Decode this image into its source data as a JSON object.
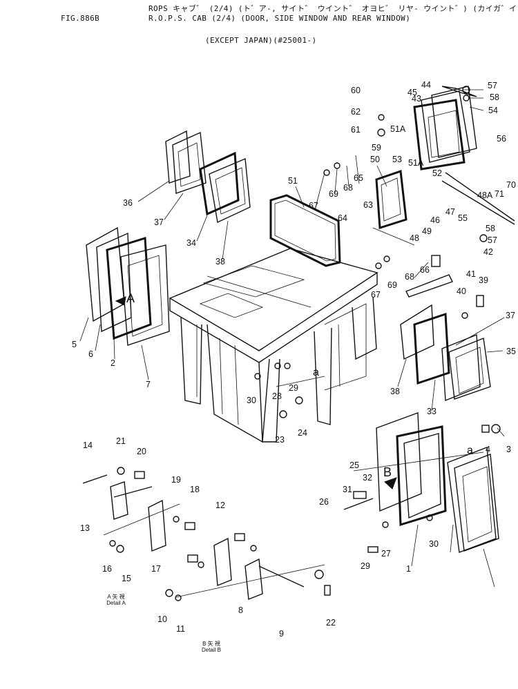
{
  "header": {
    "fig": "FIG.886B",
    "line1": "ROPS キャブ゛ (2/4) (ト゛ア-, サイト゛ ウイント゛ オヨヒ゛ リヤ- ウイント゛) (カイガ゛イ ヨウ)",
    "line2": "R.O.P.S. CAB (2/4) (DOOR, SIDE WINDOW AND REAR WINDOW)",
    "line3": "(EXCEPT JAPAN)(#25001-)"
  },
  "details": {
    "a_title": "A 矢 視",
    "a_label": "Detail A",
    "b_title": "B 矢 視",
    "b_label": "Detail B"
  },
  "callouts": [
    "1",
    "2",
    "3",
    "4",
    "5",
    "6",
    "7",
    "8",
    "9",
    "10",
    "11",
    "12",
    "13",
    "14",
    "15",
    "16",
    "17",
    "18",
    "19",
    "20",
    "21",
    "22",
    "23",
    "24",
    "25",
    "26",
    "27",
    "28",
    "29",
    "30",
    "31",
    "32",
    "33",
    "34",
    "35",
    "36",
    "37",
    "38",
    "39",
    "40",
    "41",
    "42",
    "43",
    "44",
    "45",
    "46",
    "47",
    "48",
    "48A",
    "49",
    "50",
    "51",
    "51A",
    "52",
    "53",
    "54",
    "55",
    "56",
    "57",
    "58",
    "59",
    "60",
    "61",
    "62",
    "63",
    "64",
    "65",
    "66",
    "67",
    "68",
    "69",
    "70",
    "71",
    "A",
    "B",
    "a"
  ]
}
